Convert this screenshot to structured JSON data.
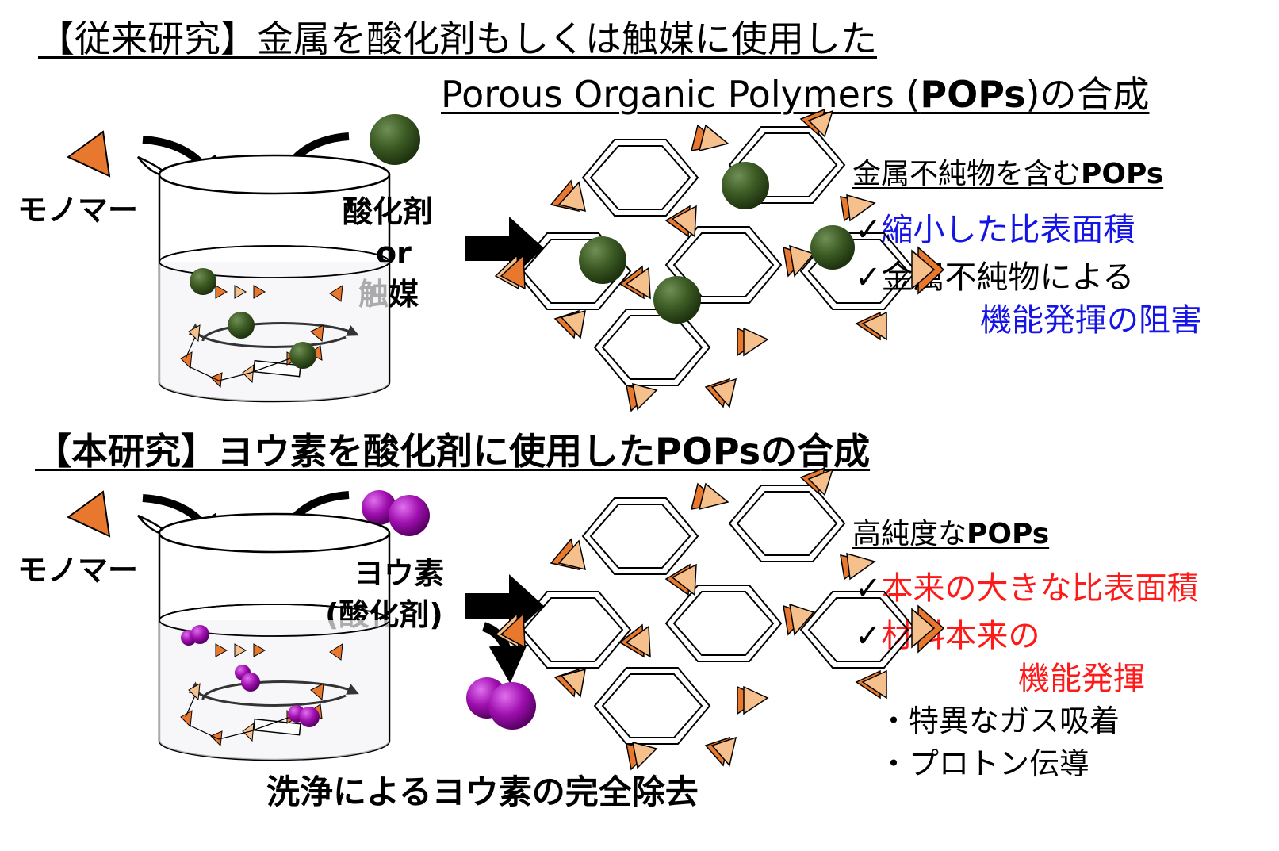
{
  "colors": {
    "monomer": "#e8782e",
    "monomer_light": "#f6c08c",
    "metal": "#3b5a23",
    "iodine": "#a010b0",
    "emphasis_blue": "#1414e6",
    "emphasis_red": "#ff1a1a"
  },
  "previous": {
    "title_line1": "【従来研究】金属を酸化剤もしくは触媒に使用した",
    "title_line2_prefix": "Porous Organic Polymers (",
    "title_line2_bold": "POPs",
    "title_line2_suffix": ")の合成",
    "monomer_label": "モノマー",
    "reagent_line1": "酸化剤",
    "reagent_line2": "or",
    "reagent_line3": "触媒",
    "result_heading_prefix": "金属不純物を含む",
    "result_heading_bold": "POPs",
    "check_mark": "✓",
    "point1": "縮小した比表面積",
    "point2_line1": "金属不純物による",
    "point2_line2": "機能発揮の阻害"
  },
  "current": {
    "title_prefix": "【本研究】ヨウ素を酸化剤に使用した",
    "title_bold": "POPs",
    "title_suffix": "の合成",
    "monomer_label": "モノマー",
    "reagent_line1": "ヨウ素",
    "reagent_line2": "(酸化剤)",
    "result_heading_prefix": "高純度な",
    "result_heading_bold": "POPs",
    "check_mark": "✓",
    "point1": "本来の大きな比表面積",
    "point2_line1": "材料本来の",
    "point2_line2": "機能発揮",
    "sub1": "・特異なガス吸着",
    "sub2": "・プロトン伝導",
    "washing_caption": "洗浄によるヨウ素の完全除去"
  }
}
